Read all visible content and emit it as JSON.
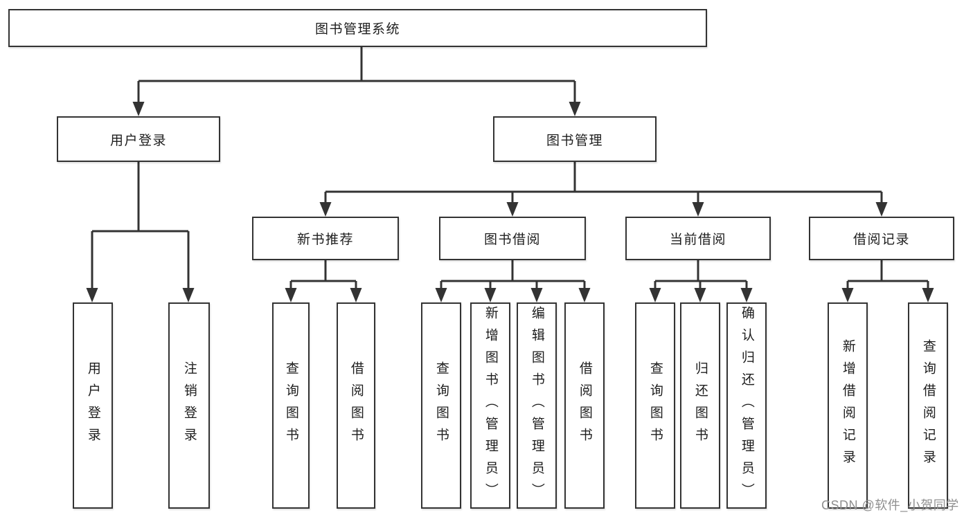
{
  "tree": {
    "root": {
      "label": "图书管理系统",
      "children": [
        {
          "label": "用户登录",
          "children": [
            {
              "label": "用户登录"
            },
            {
              "label": "注销登录"
            }
          ]
        },
        {
          "label": "图书管理",
          "children": [
            {
              "label": "新书推荐",
              "children": [
                {
                  "label": "查询图书"
                },
                {
                  "label": "借阅图书"
                }
              ]
            },
            {
              "label": "图书借阅",
              "children": [
                {
                  "label": "查询图书"
                },
                {
                  "label": "新增图书（管理员）"
                },
                {
                  "label": "编辑图书（管理员）"
                },
                {
                  "label": "借阅图书"
                }
              ]
            },
            {
              "label": "当前借阅",
              "children": [
                {
                  "label": "查询图书"
                },
                {
                  "label": "归还图书"
                },
                {
                  "label": "确认归还（管理员）"
                }
              ]
            },
            {
              "label": "借阅记录",
              "children": [
                {
                  "label": "新增借阅记录"
                },
                {
                  "label": "查询借阅记录"
                }
              ]
            }
          ]
        }
      ]
    }
  },
  "colors": {
    "line": "#333333",
    "text": "#1d1d1d",
    "watermark": "#8f8f8f"
  },
  "watermark": {
    "text": "CSDN @软件_小贺同学"
  }
}
